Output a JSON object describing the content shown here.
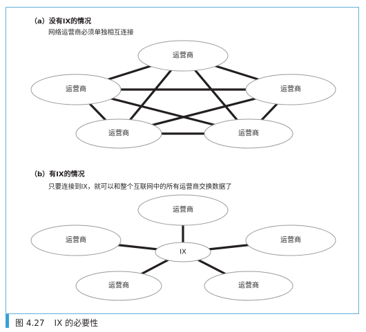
{
  "section_a": {
    "title": "（a）没有IX的情况",
    "subtitle": "网络运营商必须单独相互连接",
    "nodes": [
      "运营商",
      "运营商",
      "运营商",
      "运营商",
      "运营商"
    ]
  },
  "section_b": {
    "title": "（b）有IX的情况",
    "subtitle": "只要连接到IX，就可以和整个互联网中的所有运营商交换数据了",
    "hub": "IX",
    "nodes": [
      "运营商",
      "运营商",
      "运营商",
      "运营商",
      "运营商"
    ]
  },
  "caption": {
    "number": "图 4.27",
    "text": "IX 的必要性"
  },
  "colors": {
    "frame": "#5fb0d8",
    "caption_bar": "#3aa0d6",
    "line": "#231f20"
  }
}
